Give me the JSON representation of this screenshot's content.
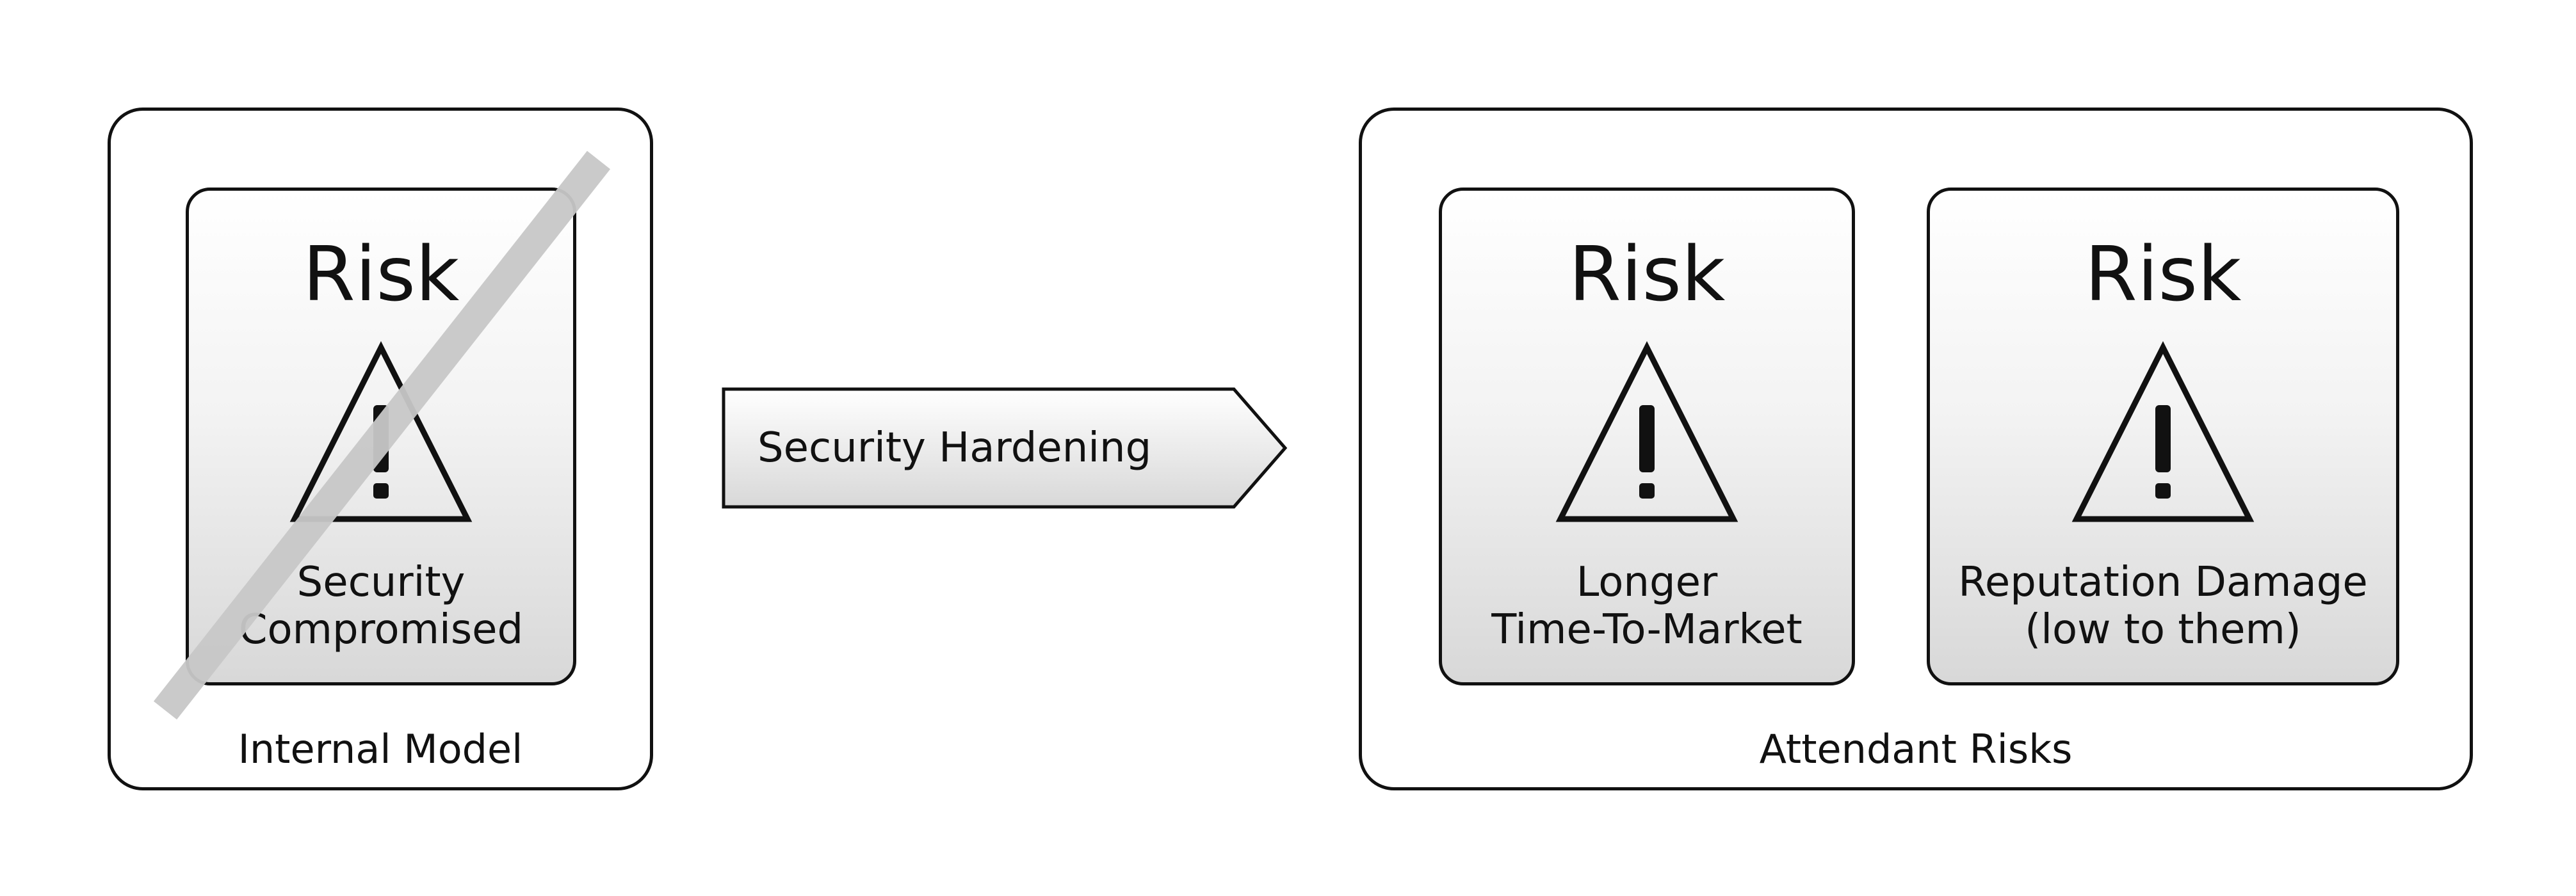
{
  "internal_model": {
    "label": "Internal Model",
    "risk": {
      "title": "Risk",
      "icon": "warning-triangle-icon",
      "label_lines": [
        "Security",
        "Compromised"
      ],
      "crossed_out": true
    }
  },
  "action": {
    "label": "Security Hardening"
  },
  "attendant_risks": {
    "label": "Attendant Risks",
    "risks": [
      {
        "title": "Risk",
        "icon": "warning-triangle-icon",
        "label_lines": [
          "Longer",
          "Time-To-Market"
        ]
      },
      {
        "title": "Risk",
        "icon": "warning-triangle-icon",
        "label_lines": [
          "Reputation Damage",
          "(low to them)"
        ]
      }
    ]
  },
  "colors": {
    "stroke": "#111111",
    "strike": "#c8c8c8",
    "card_gradient_end": "#d8d8d8"
  }
}
